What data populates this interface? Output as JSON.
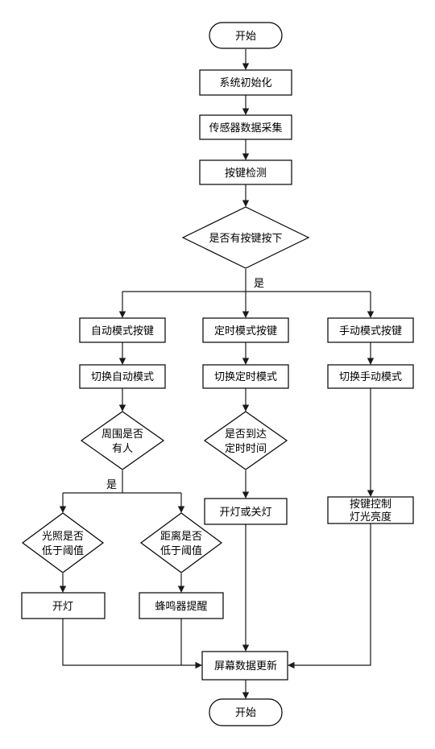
{
  "diagram": {
    "nodes": {
      "start": "开始",
      "init": "系统初始化",
      "sensor": "传感器数据采集",
      "key_detect": "按键检测",
      "key_pressed_q": "是否有按键按下",
      "auto_key": "自动模式按键",
      "timer_key": "定时模式按键",
      "manual_key": "手动模式按键",
      "switch_auto": "切换自动模式",
      "switch_timer": "切换定时模式",
      "switch_manual": "切换手动模式",
      "person_q": [
        "周围是否",
        "有人"
      ],
      "time_q": [
        "是否到达",
        "定时时间"
      ],
      "light_q": [
        "光照是否",
        "低于阈值"
      ],
      "dist_q": [
        "距离是否",
        "低于阈值"
      ],
      "lamp_on": "开灯",
      "buzzer": "蜂鸣器提醒",
      "lamp_toggle": "开灯或关灯",
      "key_brightness": [
        "按键控制",
        "灯光亮度"
      ],
      "screen_update": "屏幕数据更新",
      "end": "开始"
    },
    "edge_labels": {
      "yes_key": "是",
      "yes_person": "是"
    },
    "colors": {
      "stroke": "#000000",
      "fill": "#ffffff",
      "text": "#000000"
    }
  }
}
